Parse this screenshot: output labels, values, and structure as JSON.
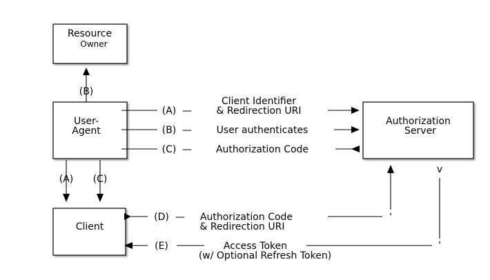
{
  "nodes": {
    "resource_owner": {
      "line1": "Resource",
      "line2": "Owner"
    },
    "user_agent": {
      "line1": "User-",
      "line2": "Agent"
    },
    "client": {
      "label": "Client"
    },
    "authorization_server": {
      "line1": "Authorization",
      "line2": "Server"
    }
  },
  "labels": {
    "b_vertical": "(B)",
    "a_vertical": "(A)",
    "c_vertical": "(C)",
    "flow_a_id": "(A)",
    "flow_a_dash": "—",
    "flow_a_text1": "Client Identifier",
    "flow_a_text2": "& Redirection URI",
    "flow_b_id": "(B)",
    "flow_b_dash": "—",
    "flow_b_text": "User authenticates",
    "flow_c_id": "(C)",
    "flow_c_dash": "—",
    "flow_c_text": "Authorization Code",
    "flow_d_id": "(D)",
    "flow_d_dash": "—",
    "flow_d_text1": "Authorization Code",
    "flow_d_text2": "& Redirection URI",
    "flow_e_id": "(E)",
    "flow_e_dash": "—",
    "flow_e_text1": "Access Token",
    "flow_e_text2": "(w/ Optional Refresh Token)",
    "v_mark": "v",
    "tick1": "'",
    "tick2": "'"
  }
}
